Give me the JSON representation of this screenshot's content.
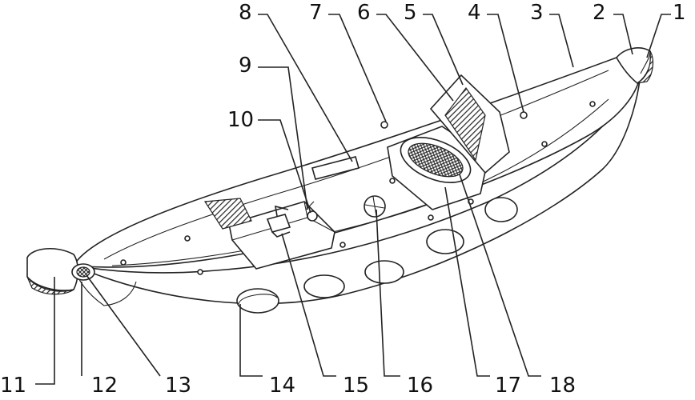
{
  "figure": {
    "callout_labels": [
      "1",
      "2",
      "3",
      "4",
      "5",
      "6",
      "7",
      "8",
      "9",
      "10",
      "11",
      "12",
      "13",
      "14",
      "15",
      "16",
      "17",
      "18"
    ]
  }
}
